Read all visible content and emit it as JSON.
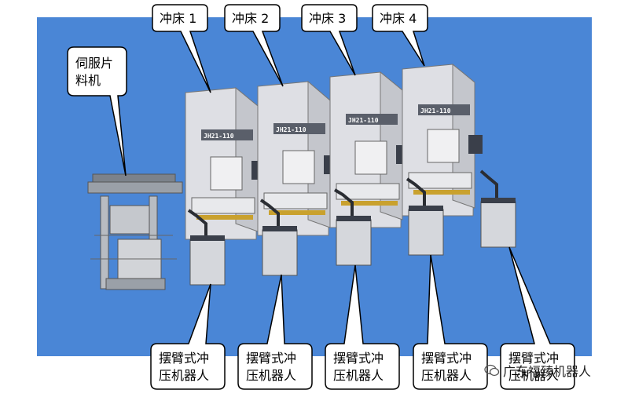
{
  "colors": {
    "background": "#4a86d6",
    "machine_body": "#dedfe4",
    "robot_base": "#d5d7dc",
    "accent_gold": "#c9a12e",
    "panel_dark": "#3a3f4a"
  },
  "callouts": {
    "feeder": [
      "伺服片",
      "料机"
    ],
    "presses": [
      "冲床 1",
      "冲床 2",
      "冲床 3",
      "冲床 4"
    ],
    "robots": [
      [
        "摆臂式冲",
        "压机器人"
      ],
      [
        "摆臂式冲",
        "压机器人"
      ],
      [
        "摆臂式冲",
        "压机器人"
      ],
      [
        "摆臂式冲",
        "压机器人"
      ],
      [
        "摆臂式冲",
        "压机器人"
      ]
    ]
  },
  "machine_plates": [
    "JH21-110",
    "JH21-110",
    "JH21-110",
    "JH21-110"
  ],
  "watermark": {
    "text": "广东福臻机器人",
    "icon": "wechat-icon"
  }
}
